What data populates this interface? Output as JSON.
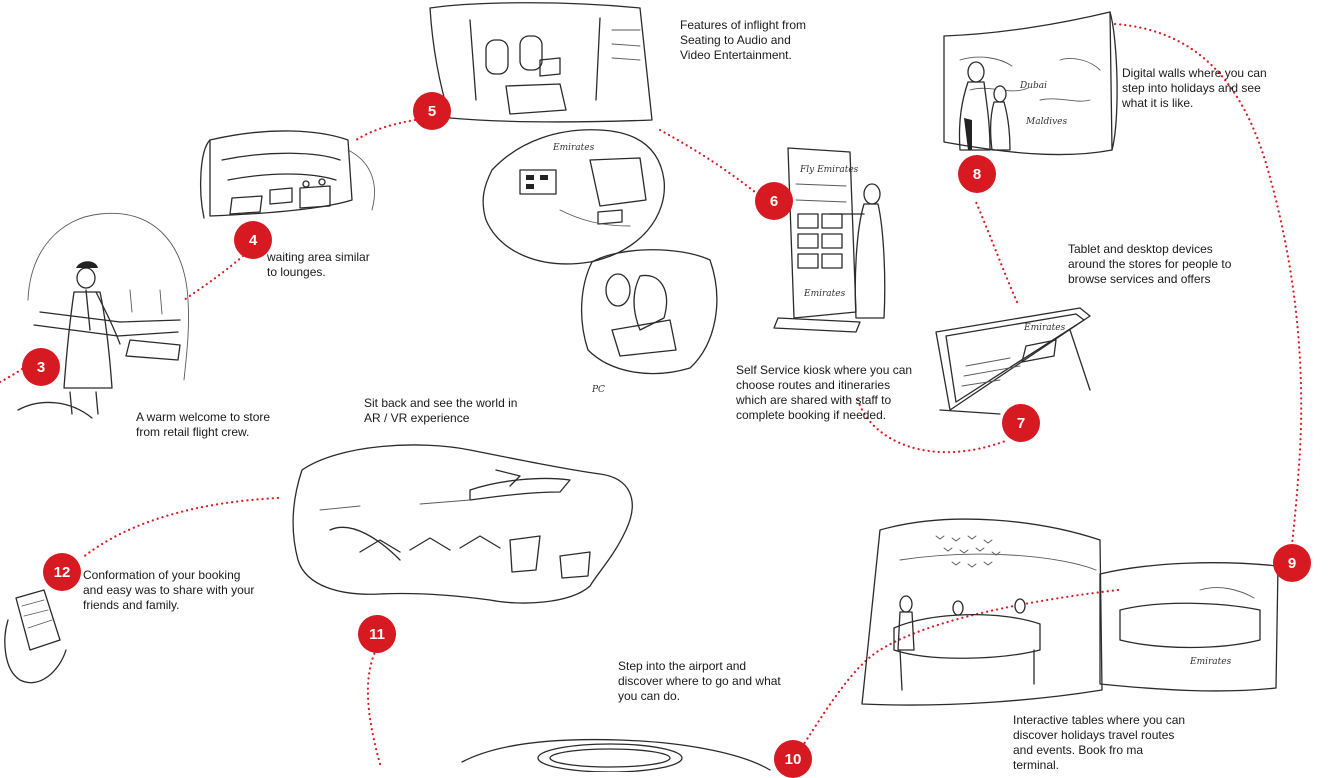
{
  "steps": [
    {
      "number": "3",
      "lines": [
        "A warm welcome to store",
        "from retail flight crew."
      ]
    },
    {
      "number": "4",
      "lines": [
        "waiting area similar",
        "to lounges."
      ]
    },
    {
      "number": "5",
      "lines": [
        "Features of inflight from",
        "Seating to Audio and",
        "Video Entertainment."
      ]
    },
    {
      "number": "6",
      "lines": [
        "Self Service kiosk where you can",
        "choose routes and itineraries",
        "which are shared with staff to",
        "complete booking if needed."
      ]
    },
    {
      "number": "7",
      "lines": [
        "Tablet and desktop devices",
        "around the stores for people to",
        "browse services and offers"
      ]
    },
    {
      "number": "8",
      "lines": [
        "Digital walls where you can",
        "step into holidays and see",
        "what it is like."
      ]
    },
    {
      "number": "9",
      "lines": []
    },
    {
      "number": "10",
      "lines": [
        "Step into the airport and",
        "discover where to go and what",
        "you can do."
      ]
    },
    {
      "number": "11",
      "lines": [
        "Sit back and see the world in",
        "AR / VR experience"
      ]
    },
    {
      "number": "12",
      "lines": [
        "Conformation of your booking",
        "and easy was to share with your",
        "friends and family."
      ]
    },
    {
      "number": "",
      "lines": [
        "Interactive tables where you can",
        "discover holidays travel routes",
        "and events. Book fro ma",
        "terminal."
      ]
    }
  ],
  "sketch_text": {
    "cabin_brand": "Emirates",
    "kiosk_header": "Fly Emirates",
    "wall_label_1": "Dubai",
    "wall_label_2": "Maldives",
    "tablet_header": "Emirates",
    "signature": "PC",
    "table_brand": "Emirates",
    "kiosk_brand": "Emirates"
  },
  "colors": {
    "accent": "#d71921",
    "ink": "#1a1a1a",
    "background": "#ffffff"
  }
}
